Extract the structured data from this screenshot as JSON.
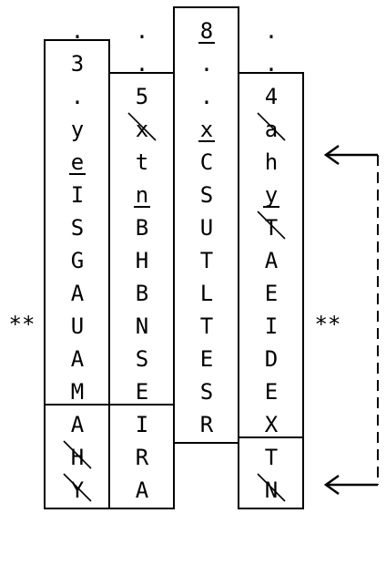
{
  "columns": [
    {
      "above": [
        ".",
        "3",
        ".",
        "y",
        "e",
        "I",
        "S",
        "G",
        "A",
        "U",
        "A",
        "M"
      ],
      "below": [
        "A",
        "H",
        "Y"
      ],
      "underlined": [
        "e"
      ],
      "struck": [
        "H",
        "Y"
      ]
    },
    {
      "above": [
        ".",
        ".",
        "5",
        "x",
        "t",
        "n",
        "B",
        "H",
        "B",
        "N",
        "S",
        "E"
      ],
      "below": [
        "I",
        "R",
        "A"
      ],
      "underlined": [
        "n"
      ],
      "struck": [
        "x"
      ]
    },
    {
      "above": [
        "8",
        ".",
        ".",
        "x",
        "C",
        "S",
        "U",
        "T",
        "L",
        "T",
        "E",
        "S",
        "R"
      ],
      "below": [],
      "underlined": [
        "8",
        "x"
      ],
      "struck": []
    },
    {
      "above": [
        ".",
        ".",
        "4",
        "a",
        "h",
        "y",
        "T",
        "A",
        "E",
        "I",
        "D",
        "E",
        "X"
      ],
      "below": [
        "T",
        "N"
      ],
      "underlined": [
        "y"
      ],
      "struck": [
        "a",
        "T",
        "N"
      ]
    }
  ],
  "left_marker": "**",
  "right_marker": "**"
}
